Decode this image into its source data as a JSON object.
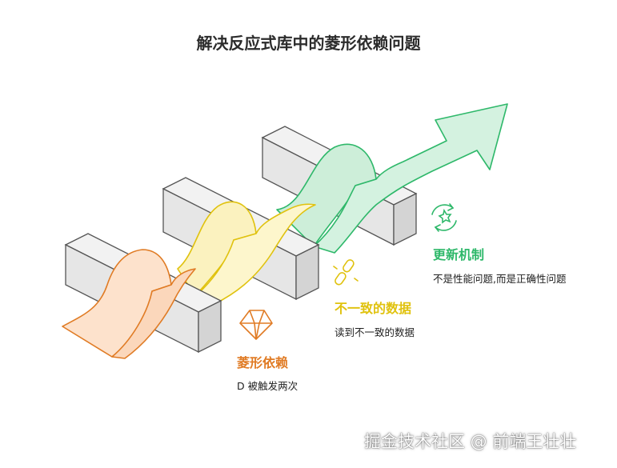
{
  "title": "解决反应式库中的菱形依赖问题",
  "stages": [
    {
      "label": "菱形依赖",
      "description": "D 被触发两次",
      "color": "#e07b24",
      "icon": "diamond-icon"
    },
    {
      "label": "不一致的数据",
      "description": "读到不一致的数据",
      "color": "#e0c20e",
      "icon": "broken-chain-icon"
    },
    {
      "label": "更新机制",
      "description": "不是性能问题,而是正确性问题",
      "color": "#2eb86a",
      "icon": "refresh-gear-icon"
    }
  ],
  "watermark": "掘金技术社区 @ 前端王壮壮"
}
